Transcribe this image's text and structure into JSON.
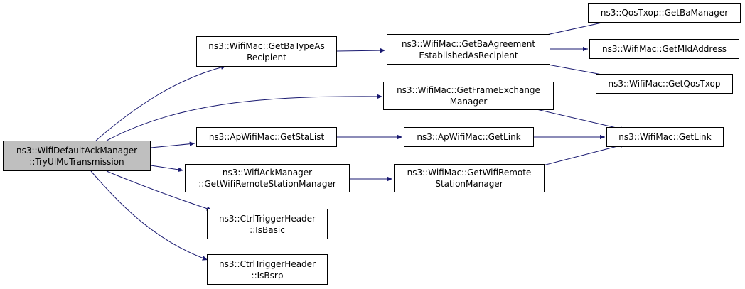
{
  "colors": {
    "edge": "#191970",
    "root_fill": "#bfbfbf",
    "node_fill": "#ffffff",
    "border": "#000000"
  },
  "nodes": {
    "root": {
      "line1": "ns3::WifiDefaultAckManager",
      "line2": "::TryUlMuTransmission"
    },
    "get_ba_type": {
      "line1": "ns3::WifiMac::GetBaTypeAs",
      "line2": "Recipient"
    },
    "get_ba_agreement": {
      "line1": "ns3::WifiMac::GetBaAgreement",
      "line2": "EstablishedAsRecipient"
    },
    "qos_get_ba_manager": {
      "line1": "ns3::QosTxop::GetBaManager"
    },
    "get_mld_address": {
      "line1": "ns3::WifiMac::GetMldAddress"
    },
    "get_qos_txop": {
      "line1": "ns3::WifiMac::GetQosTxop"
    },
    "get_frame_exchange": {
      "line1": "ns3::WifiMac::GetFrameExchange",
      "line2": "Manager"
    },
    "get_sta_list": {
      "line1": "ns3::ApWifiMac::GetStaList"
    },
    "ap_get_link": {
      "line1": "ns3::ApWifiMac::GetLink"
    },
    "wifi_get_link": {
      "line1": "ns3::WifiMac::GetLink"
    },
    "ack_get_remote": {
      "line1": "ns3::WifiAckManager",
      "line2": "::GetWifiRemoteStationManager"
    },
    "mac_get_remote": {
      "line1": "ns3::WifiMac::GetWifiRemote",
      "line2": "StationManager"
    },
    "is_basic": {
      "line1": "ns3::CtrlTriggerHeader",
      "line2": "::IsBasic"
    },
    "is_bsrp": {
      "line1": "ns3::CtrlTriggerHeader",
      "line2": "::IsBsrp"
    }
  }
}
